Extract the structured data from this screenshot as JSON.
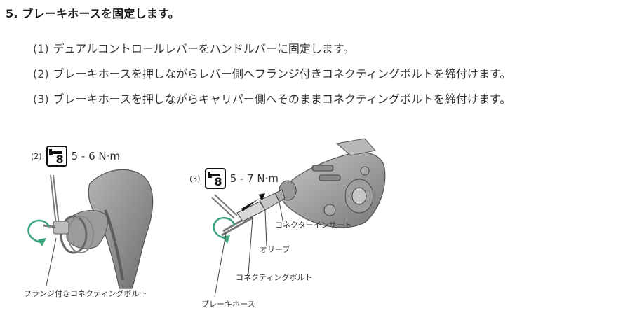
{
  "heading": "5. ブレーキホースを固定します。",
  "steps": [
    {
      "num": "(1)",
      "text": "デュアルコントロールレバーをハンドルバーに固定します。"
    },
    {
      "num": "(2)",
      "text": "ブレーキホースを押しながらレバー側へフランジ付きコネクティングボルトを締付けます。"
    },
    {
      "num": "(3)",
      "text": "ブレーキホースを押しながらキャリパー側へそのままコネクティングボルトを締付けます。"
    }
  ],
  "torque_left": {
    "index": "(2)",
    "tool_size": "8",
    "value": "5 - 6 N·m"
  },
  "torque_right": {
    "index": "(3)",
    "tool_size": "8",
    "value": "5 - 7 N·m"
  },
  "labels": {
    "flange_bolt": "フランジ付きコネクティングボルト",
    "brake_hose": "ブレーキホース",
    "connector_insert": "コネクターインサート",
    "olive": "オリーブ",
    "connecting_bolt": "コネクティングボルト"
  },
  "colors": {
    "rotation_arrow": "#3aa37a",
    "lever_body": "#8c8c8c",
    "caliper_body": "#9a9a9a"
  }
}
